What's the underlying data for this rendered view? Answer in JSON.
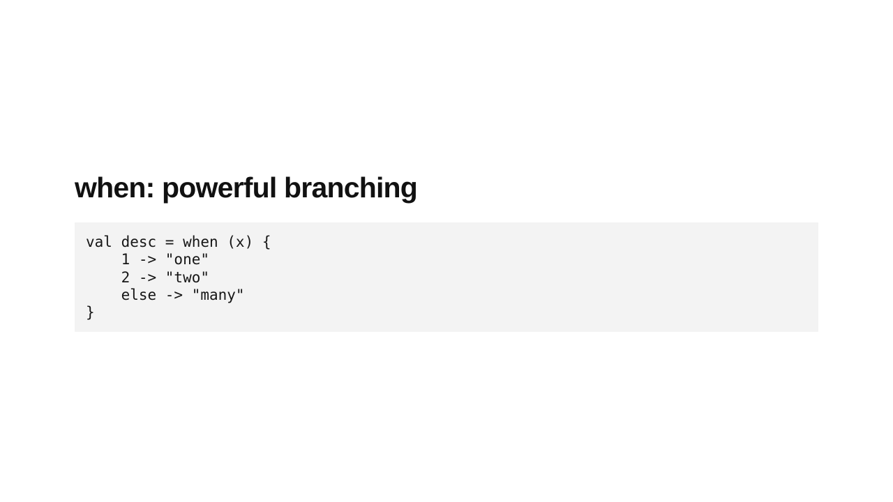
{
  "slide": {
    "background_color": "#ffffff",
    "title": "when: powerful branching",
    "title_color": "#111111"
  },
  "code_block": {
    "background_color": "#f3f3f3",
    "text_color": "#161616",
    "language": "kotlin",
    "lines": [
      "val desc = when (x) {",
      "    1 -> \"one\"",
      "    2 -> \"two\"",
      "    else -> \"many\"",
      "}"
    ],
    "full_text": "val desc = when (x) {\n    1 -> \"one\"\n    2 -> \"two\"\n    else -> \"many\"\n}"
  }
}
